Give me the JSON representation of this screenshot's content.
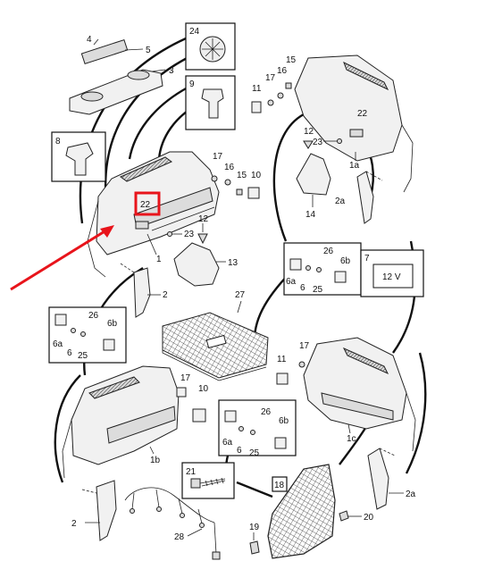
{
  "callouts": {
    "n1": "1",
    "n1a": "1a",
    "n1b": "1b",
    "n1c": "1c",
    "n2_left": "2",
    "n2_bottom": "2",
    "n2a_top": "2a",
    "n2a_bottom": "2a",
    "n3": "3",
    "n4": "4",
    "n5": "5",
    "n6_mid": "6",
    "n6_left": "6",
    "n6_low": "6",
    "n6a_mid": "6a",
    "n6a_left": "6a",
    "n6a_low": "6a",
    "n6b_mid": "6b",
    "n6b_left": "6b",
    "n6b_low": "6b",
    "n7": "7",
    "n8": "8",
    "n9": "9",
    "n10_top": "10",
    "n10_low": "10",
    "n11_top": "11",
    "n11_low": "11",
    "n12_top": "12",
    "n12_mid": "12",
    "n13": "13",
    "n14": "14",
    "n15_top": "15",
    "n15_mid": "15",
    "n16_top": "16",
    "n16_mid": "16",
    "n17_top": "17",
    "n17_mid": "17",
    "n17_left": "17",
    "n17_right": "17",
    "n18": "18",
    "n19": "19",
    "n20": "20",
    "n21": "21",
    "n22_top": "22",
    "n22_highlight": "22",
    "n23_top": "23",
    "n23_mid": "23",
    "n24": "24",
    "n25_mid": "25",
    "n25_left": "25",
    "n25_low": "25",
    "n26_mid": "26",
    "n26_left": "26",
    "n26_low": "26",
    "n27": "27",
    "n28": "28"
  },
  "socket_label": "12 V",
  "colors": {
    "highlight": "#e8141b",
    "arrow": "#e8141b",
    "line": "#111111"
  },
  "icons": [
    "clip-icon",
    "screw-icon",
    "socket-icon",
    "pointer-arrow-icon"
  ]
}
